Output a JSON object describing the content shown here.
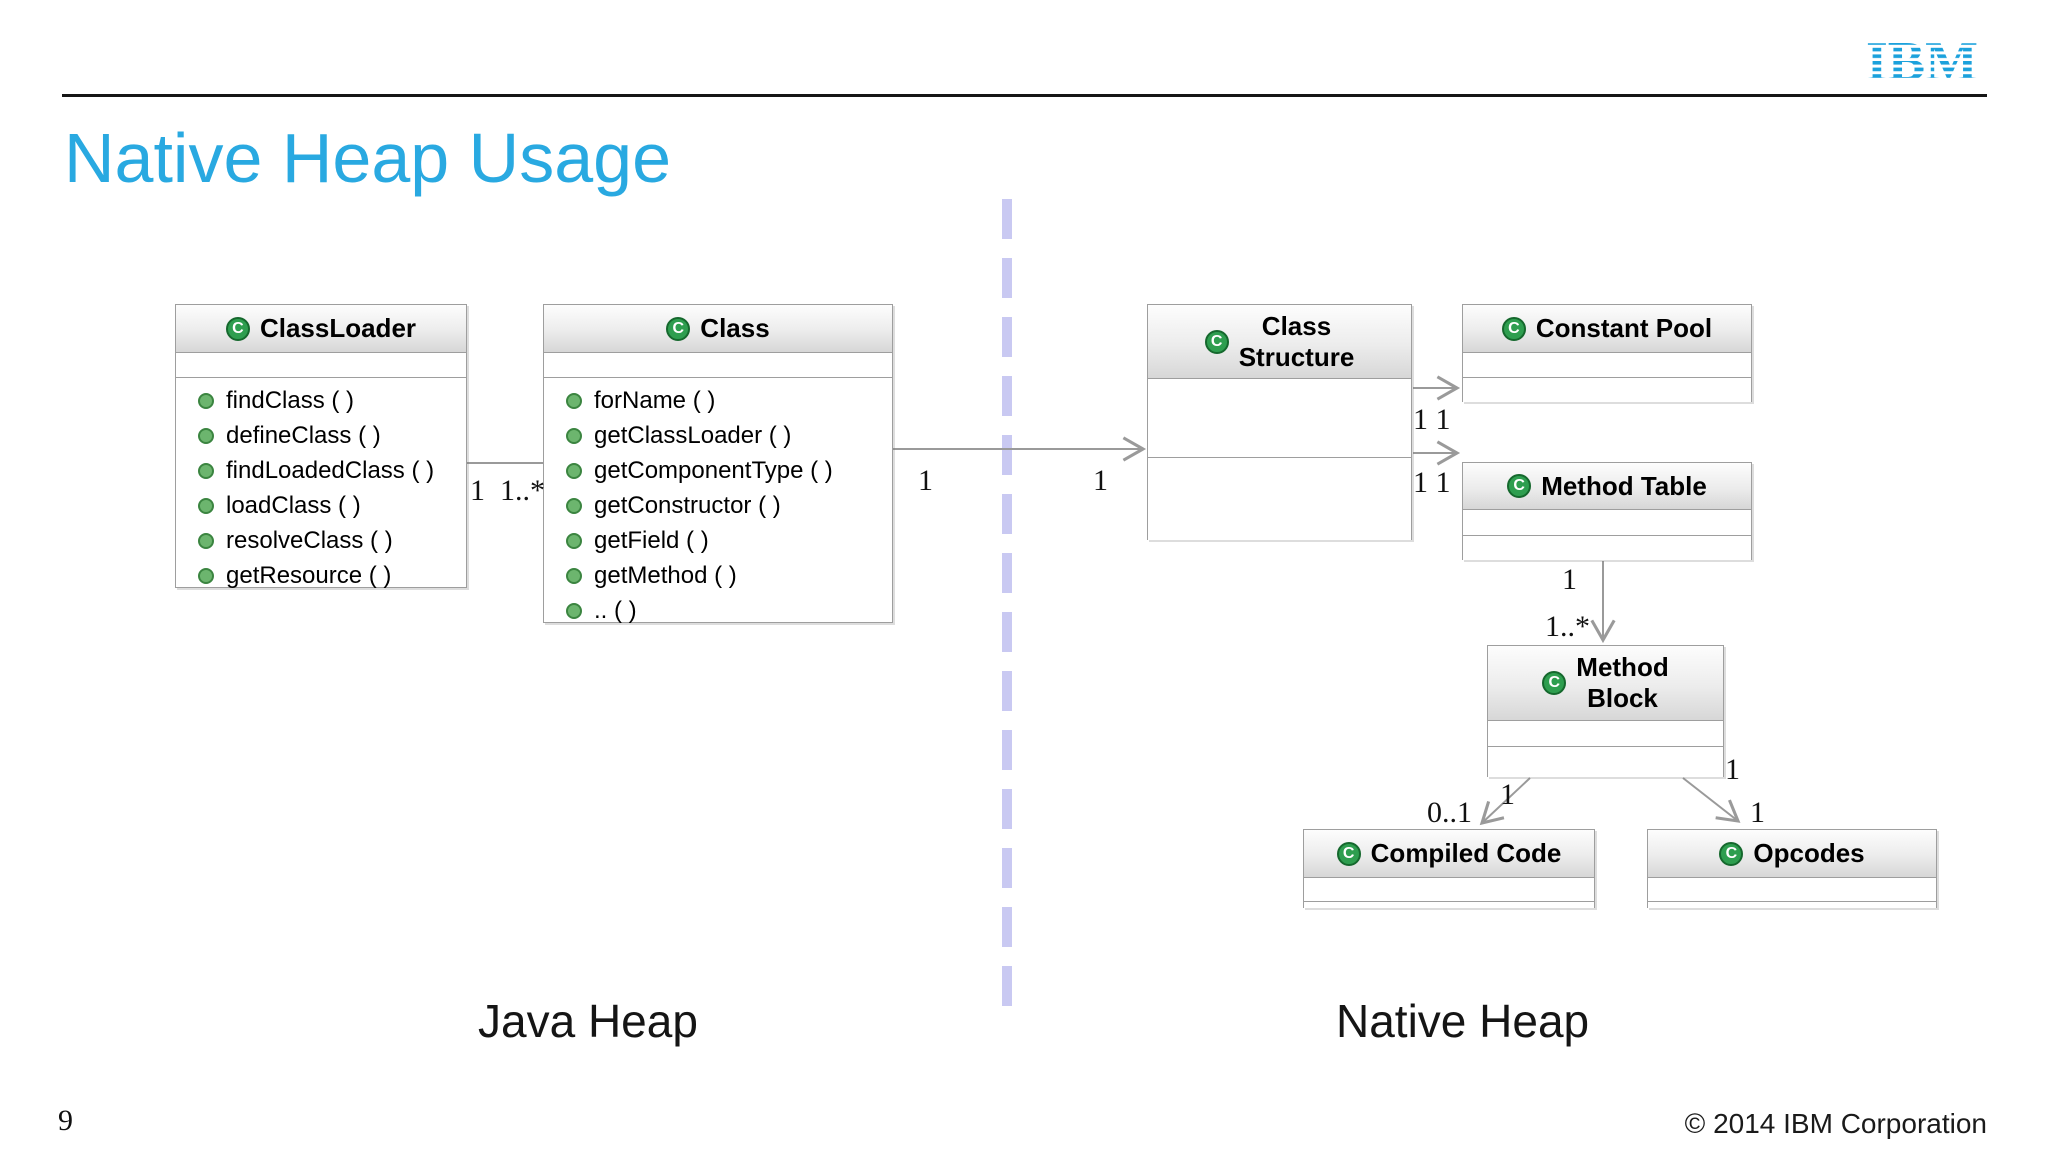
{
  "header": {
    "title": "Native Heap Usage",
    "logo_text": "IBM"
  },
  "regions": {
    "left_label": "Java Heap",
    "right_label": "Native Heap"
  },
  "footer": {
    "page_number": "9",
    "copyright": "© 2014 IBM Corporation"
  },
  "colors": {
    "title_blue": "#29a9e1",
    "logo_blue": "#1ba1dc",
    "divider_lavender": "#c9c9f2",
    "icon_green": "#2e9e4f",
    "connector_gray": "#9a9a9a"
  },
  "diagram": {
    "icon_letter": "C",
    "classes": [
      {
        "name": "ClassLoader",
        "methods": [
          "findClass ( )",
          "defineClass ( )",
          "findLoadedClass ( )",
          "loadClass ( )",
          "resolveClass ( )",
          "getResource ( )"
        ]
      },
      {
        "name": "Class",
        "methods": [
          "forName ( )",
          "getClassLoader ( )",
          "getComponentType ( )",
          "getConstructor ( )",
          "getField ( )",
          "getMethod ( )",
          ".. ( )"
        ]
      },
      {
        "name": "Class\nStructure",
        "methods": []
      },
      {
        "name": "Constant Pool",
        "methods": []
      },
      {
        "name": "Method Table",
        "methods": []
      },
      {
        "name": "Method\nBlock",
        "methods": []
      },
      {
        "name": "Compiled Code",
        "methods": []
      },
      {
        "name": "Opcodes",
        "methods": []
      }
    ],
    "multiplicities": {
      "classloader_class": "1  1..*",
      "class_to_structure_src": "1",
      "class_to_structure_dst": "1",
      "structure_to_constantpool": "1 1",
      "structure_to_methodtable": "1 1",
      "methodtable_src": "1",
      "methodblock_dst": "1..*",
      "methodblock_to_compiled_src": "1",
      "methodblock_to_compiled_dst": "0..1",
      "methodblock_to_opcodes_src": "1",
      "methodblock_to_opcodes_dst": "1"
    }
  }
}
